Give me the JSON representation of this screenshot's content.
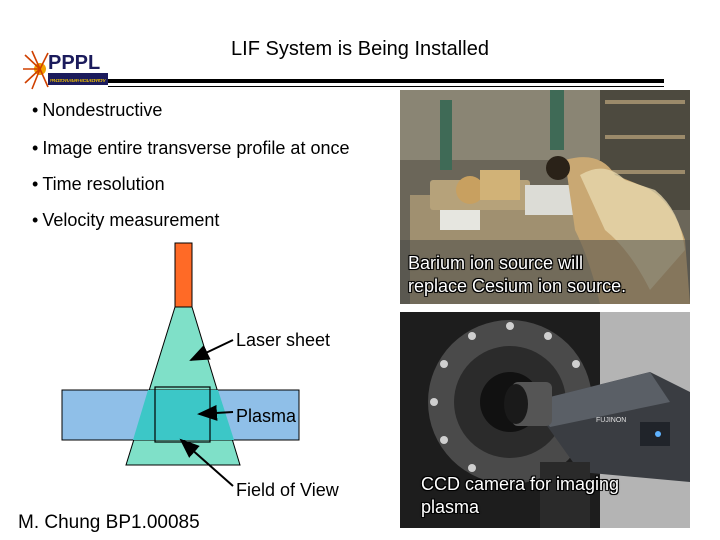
{
  "slide": {
    "title": "LIF System is Being Installed",
    "logo_text": "PPPL",
    "logo_subtext": "PRINCETON PLASMA PHYSICS LABORATORY",
    "bullets": [
      "Nondestructive",
      "Image entire transverse profile at once",
      "Time resolution",
      "Velocity measurement"
    ],
    "diagram": {
      "laser_sheet_label": "Laser sheet",
      "plasma_label": "Plasma",
      "fov_label": "Field of View",
      "colors": {
        "laser_source": "#ff6a26",
        "laser_sheet": "#7fe0c8",
        "plasma": "#8fbfe8",
        "overlap": "#3cc7c7"
      }
    },
    "photos": {
      "top_caption_line1": "Barium ion source will",
      "top_caption_line2": "replace Cesium ion source.",
      "bottom_caption_line1": "CCD camera for imaging",
      "bottom_caption_line2": "plasma",
      "camera_brand": "FUJINON"
    },
    "footer": "M. Chung BP1.00085"
  }
}
